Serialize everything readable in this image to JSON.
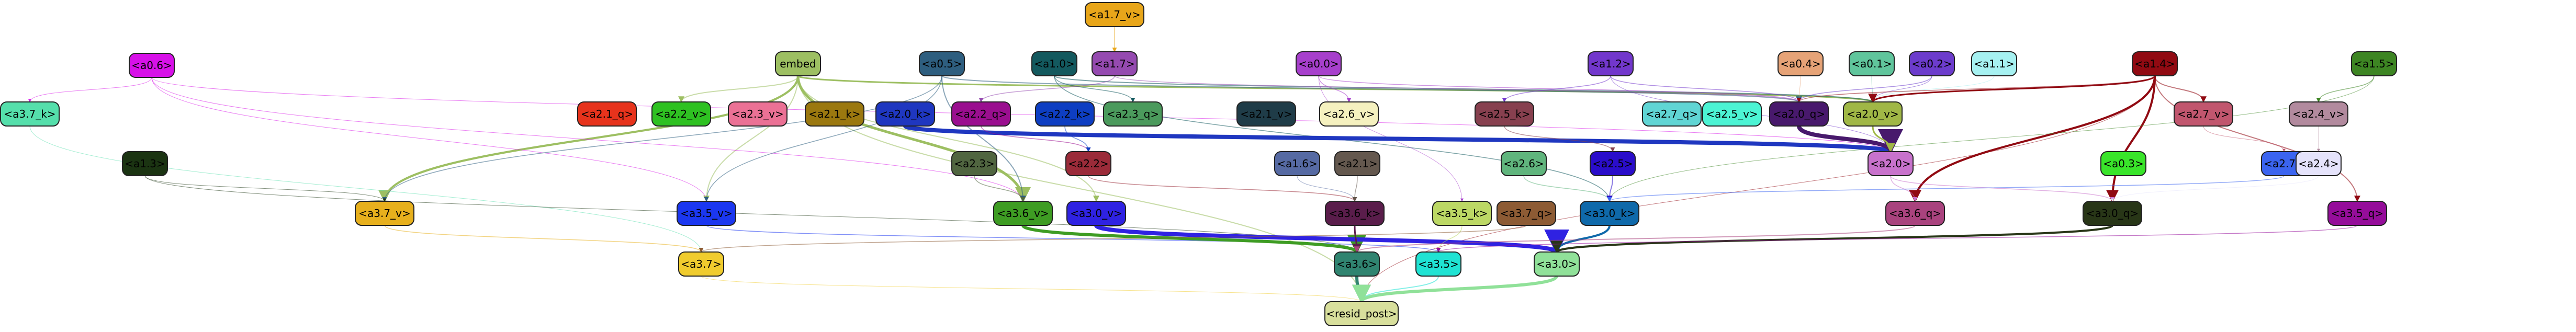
{
  "graph": {
    "nodes": [
      {
        "id": "a1_7_v",
        "label": "<a1.7_v>",
        "fill": "#e8a61a",
        "text": "#000000"
      },
      {
        "id": "a0_6",
        "label": "<a0.6>",
        "fill": "#d711e8",
        "text": "#000000"
      },
      {
        "id": "embed",
        "label": "embed",
        "fill": "#9dbf62",
        "text": "#000000"
      },
      {
        "id": "a0_5",
        "label": "<a0.5>",
        "fill": "#2e5e7f",
        "text": "#000000"
      },
      {
        "id": "a1_0",
        "label": "<a1.0>",
        "fill": "#13595e",
        "text": "#000000"
      },
      {
        "id": "a1_7",
        "label": "<a1.7>",
        "fill": "#954ab0",
        "text": "#000000"
      },
      {
        "id": "a0_0",
        "label": "<a0.0>",
        "fill": "#a73fcc",
        "text": "#000000"
      },
      {
        "id": "a1_2",
        "label": "<a1.2>",
        "fill": "#7237cc",
        "text": "#000000"
      },
      {
        "id": "a0_4",
        "label": "<a0.4>",
        "fill": "#e6a377",
        "text": "#000000"
      },
      {
        "id": "a0_1",
        "label": "<a0.1>",
        "fill": "#60c59c",
        "text": "#000000"
      },
      {
        "id": "a0_2",
        "label": "<a0.2>",
        "fill": "#6c3ccc",
        "text": "#000000"
      },
      {
        "id": "a1_1",
        "label": "<a1.1>",
        "fill": "#a6f1f1",
        "text": "#000000"
      },
      {
        "id": "a1_4",
        "label": "<a1.4>",
        "fill": "#910a12",
        "text": "#000000"
      },
      {
        "id": "a1_5",
        "label": "<a1.5>",
        "fill": "#3d8523",
        "text": "#000000"
      },
      {
        "id": "a3_7_k",
        "label": "<a3.7_k>",
        "fill": "#55dfab",
        "text": "#000000"
      },
      {
        "id": "a2_1_q",
        "label": "<a2.1_q>",
        "fill": "#e7331c",
        "text": "#000000"
      },
      {
        "id": "a2_2_v",
        "label": "<a2.2_v>",
        "fill": "#2ec121",
        "text": "#000000"
      },
      {
        "id": "a2_3_v",
        "label": "<a2.3_v>",
        "fill": "#eb7195",
        "text": "#000000"
      },
      {
        "id": "a2_1_k",
        "label": "<a2.1_k>",
        "fill": "#9b780f",
        "text": "#000000"
      },
      {
        "id": "a2_0_k",
        "label": "<a2.0_k>",
        "fill": "#1f37c0",
        "text": "#000000"
      },
      {
        "id": "a2_2_q",
        "label": "<a2.2_q>",
        "fill": "#9a0e8f",
        "text": "#000000"
      },
      {
        "id": "a2_2_k",
        "label": "<a2.2_k>",
        "fill": "#0e3ec2",
        "text": "#000000"
      },
      {
        "id": "a2_3_q",
        "label": "<a2.3_q>",
        "fill": "#4b9a5c",
        "text": "#000000"
      },
      {
        "id": "a2_1_v",
        "label": "<a2.1_v>",
        "fill": "#1f3c48",
        "text": "#000000"
      },
      {
        "id": "a2_6_v",
        "label": "<a2.6_v>",
        "fill": "#f5f1bf",
        "text": "#000000"
      },
      {
        "id": "a2_5_k",
        "label": "<a2.5_k>",
        "fill": "#87404f",
        "text": "#000000"
      },
      {
        "id": "a2_7_q",
        "label": "<a2.7_q>",
        "fill": "#60d5d4",
        "text": "#000000"
      },
      {
        "id": "a2_5_v",
        "label": "<a2.5_v>",
        "fill": "#4cf4d4",
        "text": "#000000"
      },
      {
        "id": "a2_0_q",
        "label": "<a2.0_q>",
        "fill": "#48196c",
        "text": "#000000"
      },
      {
        "id": "a2_0_v",
        "label": "<a2.0_v>",
        "fill": "#a0b746",
        "text": "#000000"
      },
      {
        "id": "a2_7_v",
        "label": "<a2.7_v>",
        "fill": "#c1566e",
        "text": "#000000"
      },
      {
        "id": "a2_4_v",
        "label": "<a2.4_v>",
        "fill": "#b28a9e",
        "text": "#000000"
      },
      {
        "id": "a1_3",
        "label": "<a1.3>",
        "fill": "#1b3412",
        "text": "#000000"
      },
      {
        "id": "a2_3",
        "label": "<a2.3>",
        "fill": "#506540",
        "text": "#000000"
      },
      {
        "id": "a2_2",
        "label": "<a2.2>",
        "fill": "#9b2b39",
        "text": "#000000"
      },
      {
        "id": "a1_6",
        "label": "<a1.6>",
        "fill": "#566aa3",
        "text": "#000000"
      },
      {
        "id": "a2_1",
        "label": "<a2.1>",
        "fill": "#64584e",
        "text": "#000000"
      },
      {
        "id": "a2_6",
        "label": "<a2.6>",
        "fill": "#60b57d",
        "text": "#000000"
      },
      {
        "id": "a2_5",
        "label": "<a2.5>",
        "fill": "#2a0dca",
        "text": "#000000"
      },
      {
        "id": "a2_0",
        "label": "<a2.0>",
        "fill": "#c872cc",
        "text": "#000000"
      },
      {
        "id": "a0_3",
        "label": "<a0.3>",
        "fill": "#39e42a",
        "text": "#000000"
      },
      {
        "id": "a2_7",
        "label": "<a2.7>",
        "fill": "#3b64f0",
        "text": "#000000"
      },
      {
        "id": "a2_4",
        "label": "<a2.4>",
        "fill": "#e5e3fb",
        "text": "#000000"
      },
      {
        "id": "a3_7_v",
        "label": "<a3.7_v>",
        "fill": "#e7b01d",
        "text": "#000000"
      },
      {
        "id": "a3_5_v",
        "label": "<a3.5_v>",
        "fill": "#1b37f0",
        "text": "#000000"
      },
      {
        "id": "a3_6_v",
        "label": "<a3.6_v>",
        "fill": "#3e9c23",
        "text": "#000000"
      },
      {
        "id": "a3_0_v",
        "label": "<a3.0_v>",
        "fill": "#2f22e2",
        "text": "#000000"
      },
      {
        "id": "a3_6_k",
        "label": "<a3.6_k>",
        "fill": "#5a1d4b",
        "text": "#000000"
      },
      {
        "id": "a3_5_k",
        "label": "<a3.5_k>",
        "fill": "#bcd865",
        "text": "#000000"
      },
      {
        "id": "a3_7_q",
        "label": "<a3.7_q>",
        "fill": "#8d5b34",
        "text": "#000000"
      },
      {
        "id": "a3_0_k",
        "label": "<a3.0_k>",
        "fill": "#0f69aa",
        "text": "#000000"
      },
      {
        "id": "a3_6_q",
        "label": "<a3.6_q>",
        "fill": "#a9437e",
        "text": "#000000"
      },
      {
        "id": "a3_0_q",
        "label": "<a3.0_q>",
        "fill": "#283617",
        "text": "#000000"
      },
      {
        "id": "a3_5_q",
        "label": "<a3.5_q>",
        "fill": "#950d9a",
        "text": "#000000"
      },
      {
        "id": "a3_7",
        "label": "<a3.7>",
        "fill": "#f0cc2e",
        "text": "#000000"
      },
      {
        "id": "a3_6",
        "label": "<a3.6>",
        "fill": "#308470",
        "text": "#000000"
      },
      {
        "id": "a3_5",
        "label": "<a3.5>",
        "fill": "#1fe3d3",
        "text": "#000000"
      },
      {
        "id": "a3_0",
        "label": "<a3.0>",
        "fill": "#90e199",
        "text": "#000000"
      },
      {
        "id": "resid_post",
        "label": "<resid_post>",
        "fill": "#d8df9c",
        "text": "#000000"
      }
    ],
    "edges": [
      {
        "from": "a1_7_v",
        "to": "a1_7",
        "color": "#e8a61a",
        "weight": 1.5
      },
      {
        "from": "embed",
        "to": "a3_6_v",
        "color": "#9dbf62",
        "weight": 5
      },
      {
        "from": "embed",
        "to": "a3_7_v",
        "color": "#9dbf62",
        "weight": 4
      },
      {
        "from": "embed",
        "to": "a2_0_v",
        "color": "#9dbf62",
        "weight": 3
      },
      {
        "from": "embed",
        "to": "resid_post",
        "color": "#9dbf62",
        "weight": 2
      },
      {
        "from": "embed",
        "to": "a3_5_v",
        "color": "#9dbf62",
        "weight": 2
      },
      {
        "from": "embed",
        "to": "a2_2_v",
        "color": "#9dbf62",
        "weight": 2
      },
      {
        "from": "embed",
        "to": "a3_0_v",
        "color": "#9dbf62",
        "weight": 2
      },
      {
        "from": "a0_6",
        "to": "a3_7_k",
        "color": "#d711e8",
        "weight": 1
      },
      {
        "from": "a0_6",
        "to": "a3_6_v",
        "color": "#d711e8",
        "weight": 1
      },
      {
        "from": "a0_6",
        "to": "a2_0",
        "color": "#d711e8",
        "weight": 1
      },
      {
        "from": "a0_6",
        "to": "a3_5_v",
        "color": "#d711e8",
        "weight": 1
      },
      {
        "from": "a0_5",
        "to": "a3_6_v",
        "color": "#2e5e7f",
        "weight": 2
      },
      {
        "from": "a0_5",
        "to": "a2_0_q",
        "color": "#2e5e7f",
        "weight": 2
      },
      {
        "from": "a0_5",
        "to": "a3_5_v",
        "color": "#2e5e7f",
        "weight": 1.5
      },
      {
        "from": "a0_5",
        "to": "a3_7_v",
        "color": "#2e5e7f",
        "weight": 1.5
      },
      {
        "from": "a1_0",
        "to": "a2_0_v",
        "color": "#13595e",
        "weight": 2
      },
      {
        "from": "a1_0",
        "to": "a2_3_q",
        "color": "#13595e",
        "weight": 1.5
      },
      {
        "from": "a1_0",
        "to": "a3_0_k",
        "color": "#13595e",
        "weight": 1.5
      },
      {
        "from": "a1_7",
        "to": "a2_2_q",
        "color": "#954ab0",
        "weight": 1.5
      },
      {
        "from": "a1_7",
        "to": "a2_0_q",
        "color": "#954ab0",
        "weight": 1.5
      },
      {
        "from": "a0_0",
        "to": "a2_6_v",
        "color": "#a73fcc",
        "weight": 1.5
      },
      {
        "from": "a0_0",
        "to": "a2_0_q",
        "color": "#a73fcc",
        "weight": 1.5
      },
      {
        "from": "a0_0",
        "to": "a3_5_k",
        "color": "#a73fcc",
        "weight": 1
      },
      {
        "from": "a1_2",
        "to": "a2_0_q",
        "color": "#7237cc",
        "weight": 1.5
      },
      {
        "from": "a1_2",
        "to": "a2_5_k",
        "color": "#7237cc",
        "weight": 1.5
      },
      {
        "from": "a1_2",
        "to": "a2_0",
        "color": "#7237cc",
        "weight": 1
      },
      {
        "from": "a0_4",
        "to": "a2_0_q",
        "color": "#e6a377",
        "weight": 1
      },
      {
        "from": "a0_1",
        "to": "a2_0_v",
        "color": "#60c59c",
        "weight": 1
      },
      {
        "from": "a0_2",
        "to": "a2_0_q",
        "color": "#6c3ccc",
        "weight": 1.5
      },
      {
        "from": "a0_2",
        "to": "a2_0_v",
        "color": "#6c3ccc",
        "weight": 1
      },
      {
        "from": "a1_1",
        "to": "a2_0_v",
        "color": "#a6f1f1",
        "weight": 1
      },
      {
        "from": "a1_4",
        "to": "a3_6_q",
        "color": "#910a12",
        "weight": 4
      },
      {
        "from": "a1_4",
        "to": "a3_0_q",
        "color": "#910a12",
        "weight": 4
      },
      {
        "from": "a1_4",
        "to": "a2_0_v",
        "color": "#910a12",
        "weight": 3
      },
      {
        "from": "a1_4",
        "to": "a2_7_v",
        "color": "#910a12",
        "weight": 2
      },
      {
        "from": "a1_4",
        "to": "a3_5_q",
        "color": "#910a12",
        "weight": 2
      },
      {
        "from": "a1_4",
        "to": "a2_0_q",
        "color": "#910a12",
        "weight": 1.5
      },
      {
        "from": "a1_4",
        "to": "resid_post",
        "color": "#910a12",
        "weight": 1
      },
      {
        "from": "a1_5",
        "to": "a2_4_v",
        "color": "#3d8523",
        "weight": 1.5
      },
      {
        "from": "a1_5",
        "to": "a3_0_k",
        "color": "#3d8523",
        "weight": 1
      },
      {
        "from": "a3_7_k",
        "to": "a3_7",
        "color": "#55dfab",
        "weight": 1
      },
      {
        "from": "a2_0_k",
        "to": "a2_0",
        "color": "#1f37c0",
        "weight": 8
      },
      {
        "from": "a2_0_q",
        "to": "a2_0",
        "color": "#48196c",
        "weight": 8
      },
      {
        "from": "a2_0_v",
        "to": "a2_0",
        "color": "#a0b746",
        "weight": 3
      },
      {
        "from": "a2_2_q",
        "to": "a2_2",
        "color": "#9a0e8f",
        "weight": 1.5
      },
      {
        "from": "a2_2_k",
        "to": "a2_2",
        "color": "#0e3ec2",
        "weight": 1.5
      },
      {
        "from": "a2_5_k",
        "to": "a2_5",
        "color": "#87404f",
        "weight": 1.5
      },
      {
        "from": "a2_7_v",
        "to": "a2_7",
        "color": "#c1566e",
        "weight": 1
      },
      {
        "from": "a2_4_v",
        "to": "a2_4",
        "color": "#b28a9e",
        "weight": 1
      },
      {
        "from": "a1_3",
        "to": "a3_6",
        "color": "#1b3412",
        "weight": 1
      },
      {
        "from": "a1_3",
        "to": "a3_7_v",
        "color": "#1b3412",
        "weight": 1
      },
      {
        "from": "a2_3",
        "to": "a3_6_v",
        "color": "#506540",
        "weight": 1.5
      },
      {
        "from": "a2_2",
        "to": "a3_6_k",
        "color": "#9b2b39",
        "weight": 1.5
      },
      {
        "from": "a1_6",
        "to": "a3_6_k",
        "color": "#566aa3",
        "weight": 1
      },
      {
        "from": "a2_1",
        "to": "a3_6_k",
        "color": "#64584e",
        "weight": 1.5
      },
      {
        "from": "a2_6",
        "to": "a3_0_k",
        "color": "#60b57d",
        "weight": 1.5
      },
      {
        "from": "a2_5",
        "to": "a3_0_k",
        "color": "#2a0dca",
        "weight": 2
      },
      {
        "from": "a2_0",
        "to": "a3_6_q",
        "color": "#c872cc",
        "weight": 1.5
      },
      {
        "from": "a2_0",
        "to": "a3_0_q",
        "color": "#c872cc",
        "weight": 1.5
      },
      {
        "from": "a2_7",
        "to": "a3_0_k",
        "color": "#3b64f0",
        "weight": 1.5
      },
      {
        "from": "a2_4",
        "to": "a3_0_q",
        "color": "#e5e3fb",
        "weight": 1
      },
      {
        "from": "a3_7_v",
        "to": "a3_7",
        "color": "#e7b01d",
        "weight": 1.5
      },
      {
        "from": "a3_5_v",
        "to": "a3_5",
        "color": "#1b37f0",
        "weight": 1.5
      },
      {
        "from": "a3_6_v",
        "to": "a3_6",
        "color": "#3e9c23",
        "weight": 6
      },
      {
        "from": "a3_0_v",
        "to": "a3_0",
        "color": "#2f22e2",
        "weight": 8
      },
      {
        "from": "a3_6_k",
        "to": "a3_6",
        "color": "#5a1d4b",
        "weight": 3
      },
      {
        "from": "a3_5_k",
        "to": "a3_5",
        "color": "#bcd865",
        "weight": 1.5
      },
      {
        "from": "a3_7_q",
        "to": "a3_7",
        "color": "#8d5b34",
        "weight": 1.5
      },
      {
        "from": "a3_0_k",
        "to": "a3_0",
        "color": "#0f69aa",
        "weight": 4
      },
      {
        "from": "a3_6_q",
        "to": "a3_6",
        "color": "#a9437e",
        "weight": 2
      },
      {
        "from": "a3_0_q",
        "to": "a3_0",
        "color": "#283617",
        "weight": 4
      },
      {
        "from": "a3_5_q",
        "to": "a3_5",
        "color": "#950d9a",
        "weight": 1.5
      },
      {
        "from": "a3_7",
        "to": "resid_post",
        "color": "#f0cc2e",
        "weight": 1
      },
      {
        "from": "a3_6",
        "to": "resid_post",
        "color": "#308470",
        "weight": 6
      },
      {
        "from": "a3_5",
        "to": "resid_post",
        "color": "#1fe3d3",
        "weight": 2
      },
      {
        "from": "a3_0",
        "to": "resid_post",
        "color": "#90e199",
        "weight": 6
      }
    ]
  }
}
